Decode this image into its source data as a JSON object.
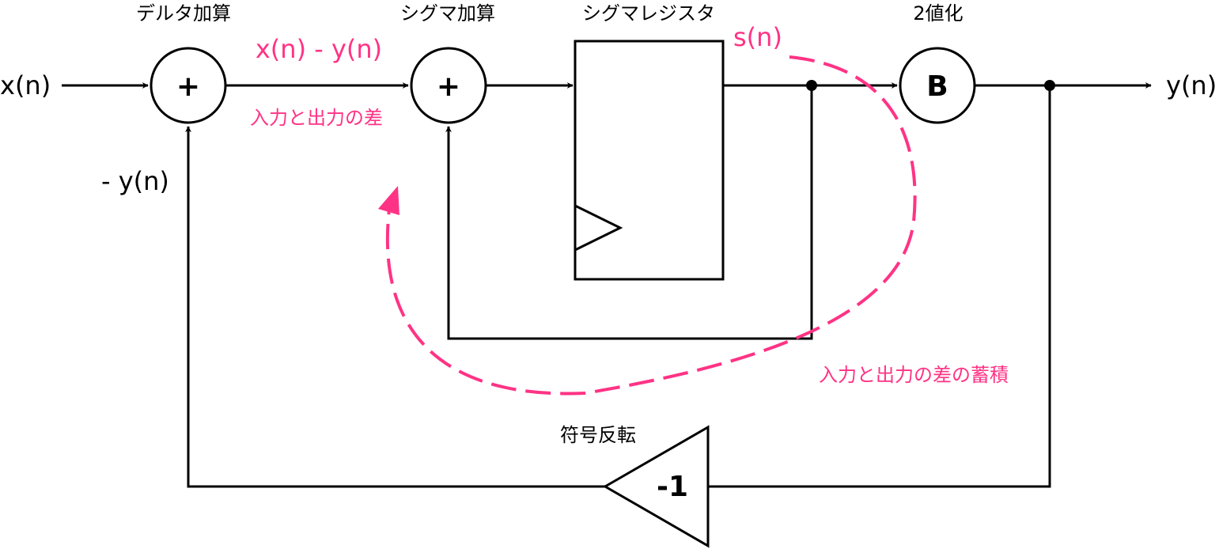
{
  "labels": {
    "input": "x(n)",
    "output": "y(n)",
    "neg_feedback": "- y(n)",
    "delta_adder": "デルタ加算",
    "sigma_adder": "シグマ加算",
    "sigma_register": "シグマレジスタ",
    "binarize": "2値化",
    "sign_invert": "符号反転",
    "difference_signal": "x(n) - y(n)",
    "difference_caption": "入力と出力の差",
    "state_signal": "s(n)",
    "accumulation_caption": "入力と出力の差の蓄積"
  },
  "symbols": {
    "delta_adder": "+",
    "sigma_adder": "+",
    "quantizer": "B",
    "inverter": "-1"
  },
  "colors": {
    "annotation": "#ff3385",
    "line": "#000000"
  }
}
